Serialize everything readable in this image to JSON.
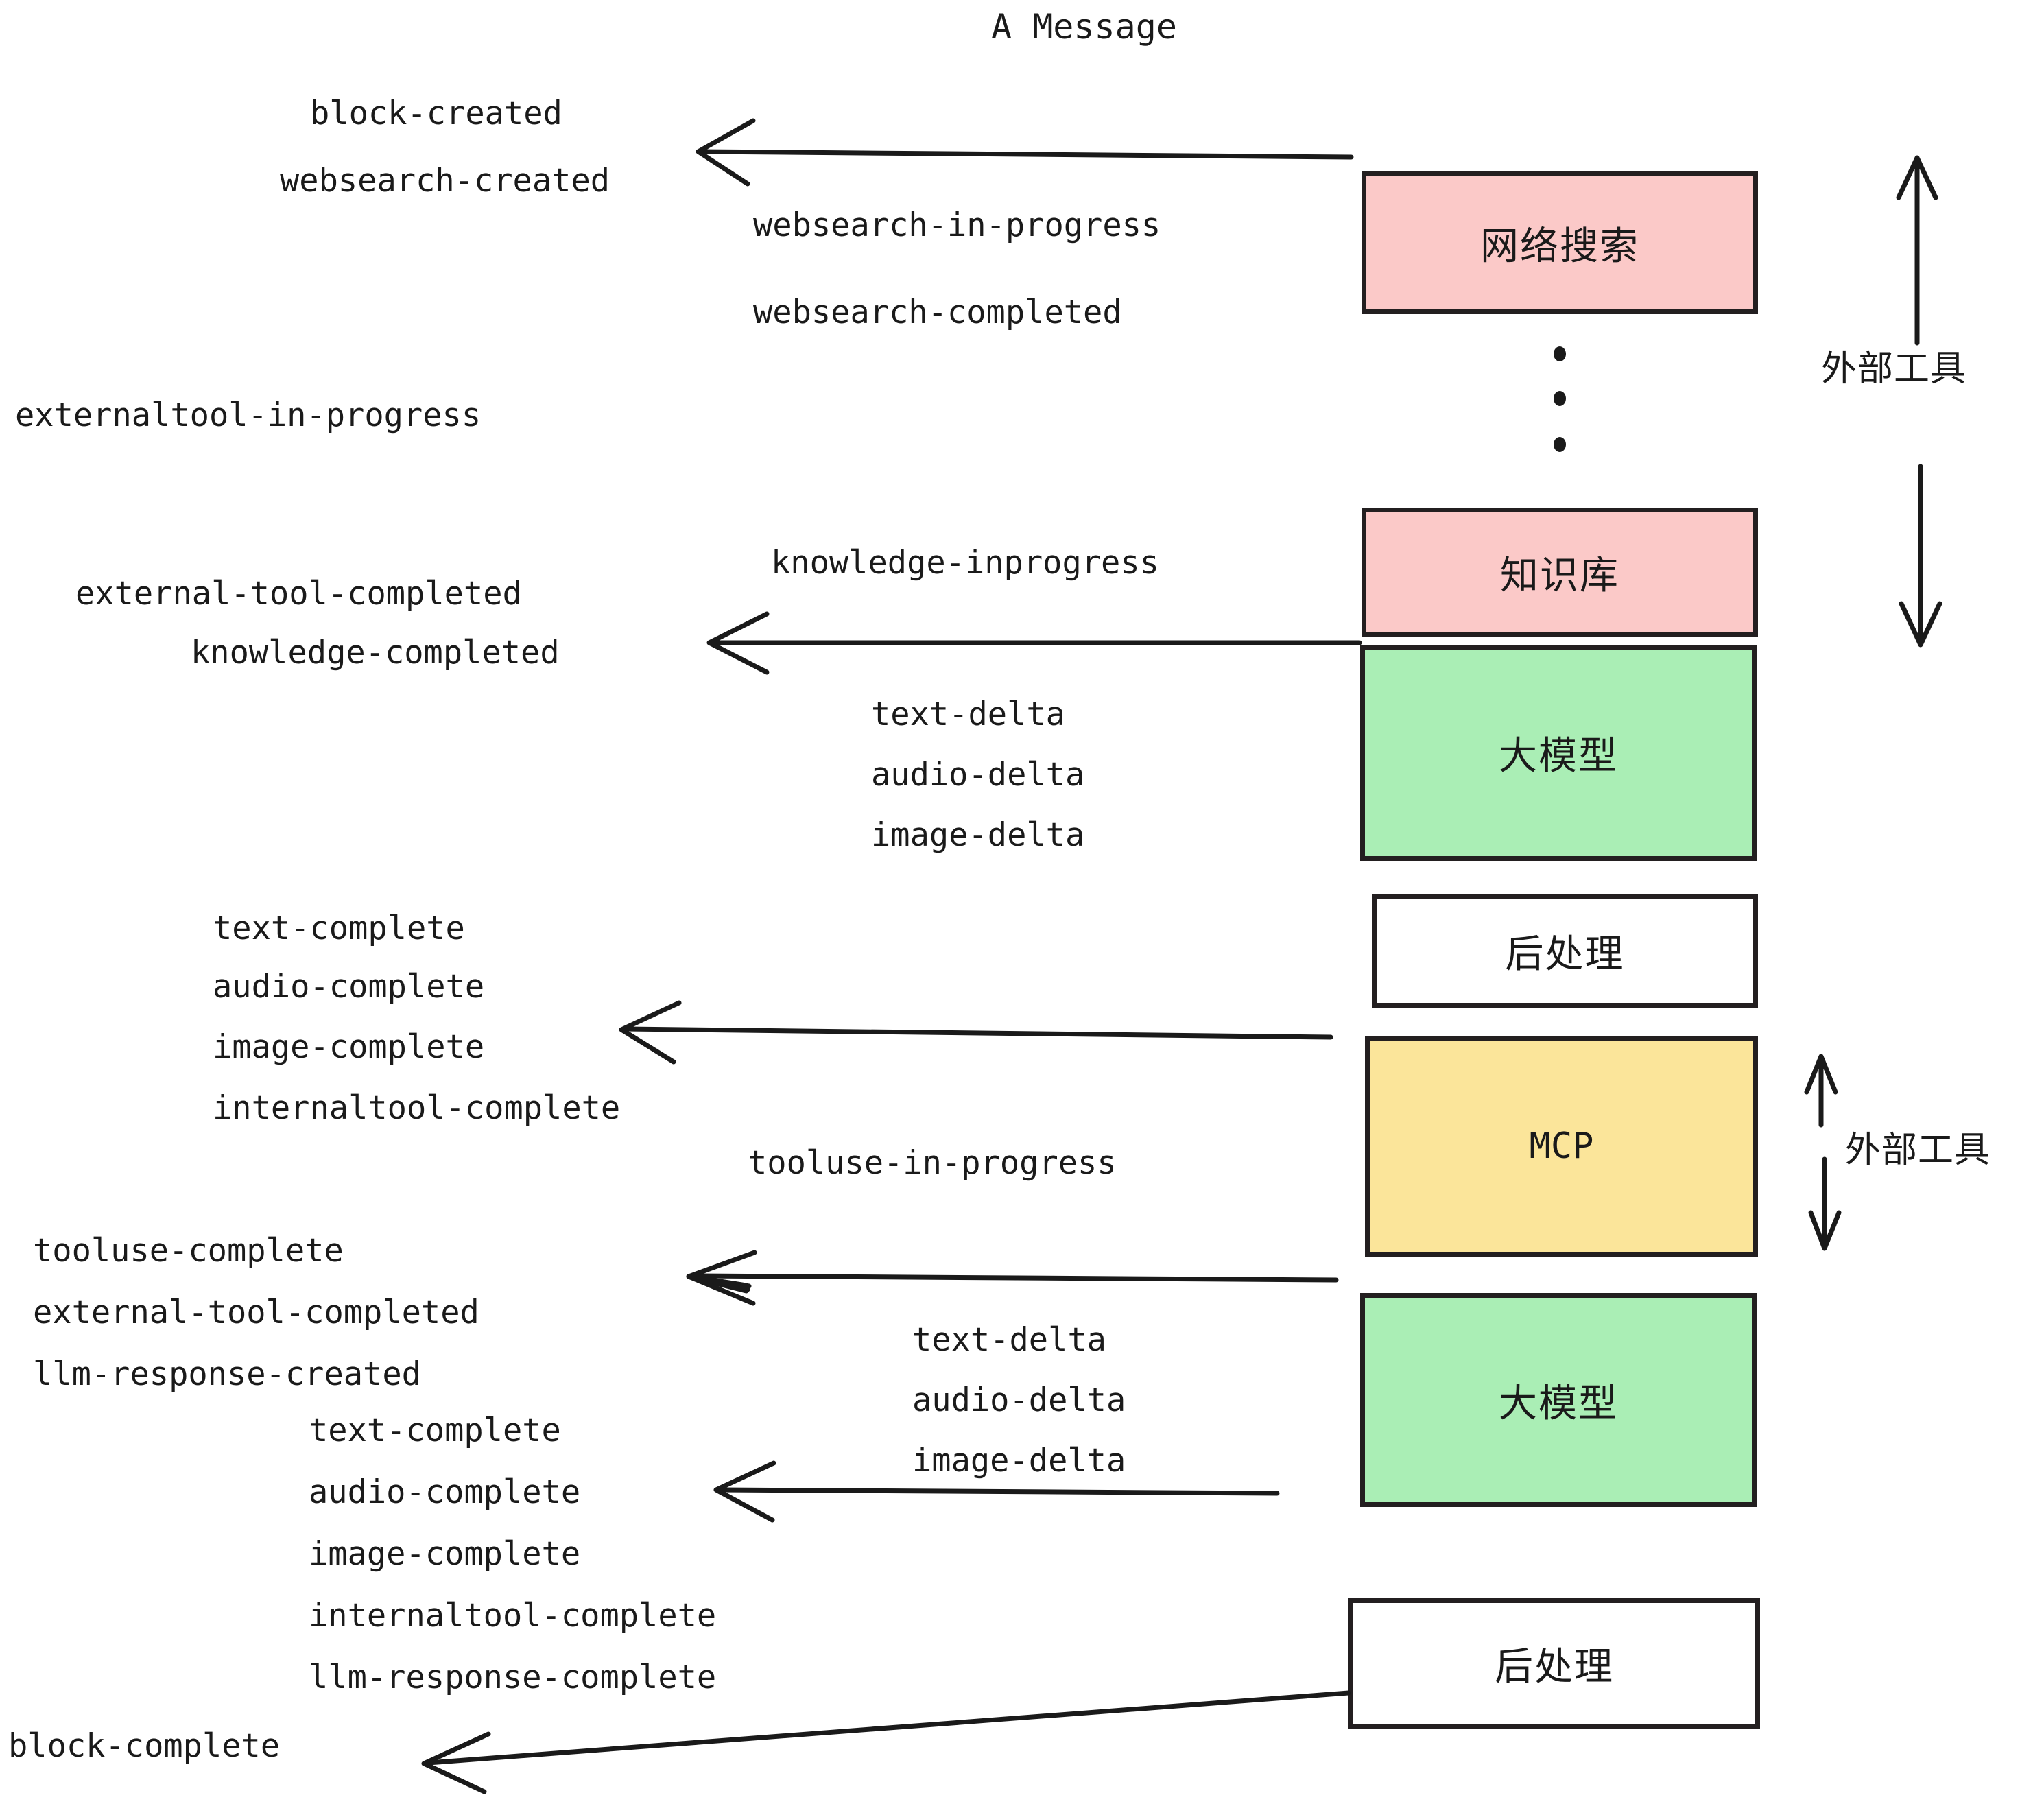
{
  "diagram": {
    "title": "A Message",
    "colors": {
      "external_tool_fill": "#fbc9c8",
      "llm_fill": "#aaeeb5",
      "mcp_fill": "#fbe59a",
      "postprocess_fill": "#ffffff",
      "stroke": "#231f20",
      "text": "#1a1a1a"
    },
    "nodes": [
      {
        "id": "websearch",
        "label": "网络搜索",
        "kind": "external-tool"
      },
      {
        "id": "knowledge",
        "label": "知识库",
        "kind": "external-tool"
      },
      {
        "id": "llm-1",
        "label": "大模型",
        "kind": "llm"
      },
      {
        "id": "post-1",
        "label": "后处理",
        "kind": "postprocess"
      },
      {
        "id": "mcp",
        "label": "MCP",
        "kind": "mcp"
      },
      {
        "id": "llm-2",
        "label": "大模型",
        "kind": "llm"
      },
      {
        "id": "post-2",
        "label": "后处理",
        "kind": "postprocess"
      }
    ],
    "side_labels": [
      {
        "id": "external-tool-top",
        "label": "外部工具"
      },
      {
        "id": "external-tool-bottom",
        "label": "外部工具"
      }
    ],
    "events": [
      {
        "id": "e01",
        "text": "block-created"
      },
      {
        "id": "e02",
        "text": "websearch-created"
      },
      {
        "id": "e03",
        "text": "websearch-in-progress"
      },
      {
        "id": "e04",
        "text": "websearch-completed"
      },
      {
        "id": "e05",
        "text": "externaltool-in-progress"
      },
      {
        "id": "e06",
        "text": "knowledge-inprogress"
      },
      {
        "id": "e07",
        "text": "external-tool-completed"
      },
      {
        "id": "e08",
        "text": "knowledge-completed"
      },
      {
        "id": "e09",
        "text": "text-delta"
      },
      {
        "id": "e10",
        "text": "audio-delta"
      },
      {
        "id": "e11",
        "text": "image-delta"
      },
      {
        "id": "e12",
        "text": "text-complete"
      },
      {
        "id": "e13",
        "text": "audio-complete"
      },
      {
        "id": "e14",
        "text": "image-complete"
      },
      {
        "id": "e15",
        "text": "internaltool-complete"
      },
      {
        "id": "e16",
        "text": "tooluse-in-progress"
      },
      {
        "id": "e17",
        "text": "tooluse-complete"
      },
      {
        "id": "e18",
        "text": "external-tool-completed"
      },
      {
        "id": "e19",
        "text": "llm-response-created"
      },
      {
        "id": "e20",
        "text": "text-delta"
      },
      {
        "id": "e21",
        "text": "audio-delta"
      },
      {
        "id": "e22",
        "text": "image-delta"
      },
      {
        "id": "e23",
        "text": "text-complete"
      },
      {
        "id": "e24",
        "text": "audio-complete"
      },
      {
        "id": "e25",
        "text": "image-complete"
      },
      {
        "id": "e26",
        "text": "internaltool-complete"
      },
      {
        "id": "e27",
        "text": "llm-response-complete"
      },
      {
        "id": "e28",
        "text": "block-complete"
      }
    ],
    "ellipsis": {
      "id": "vertical-ellipsis",
      "count": 3
    }
  }
}
